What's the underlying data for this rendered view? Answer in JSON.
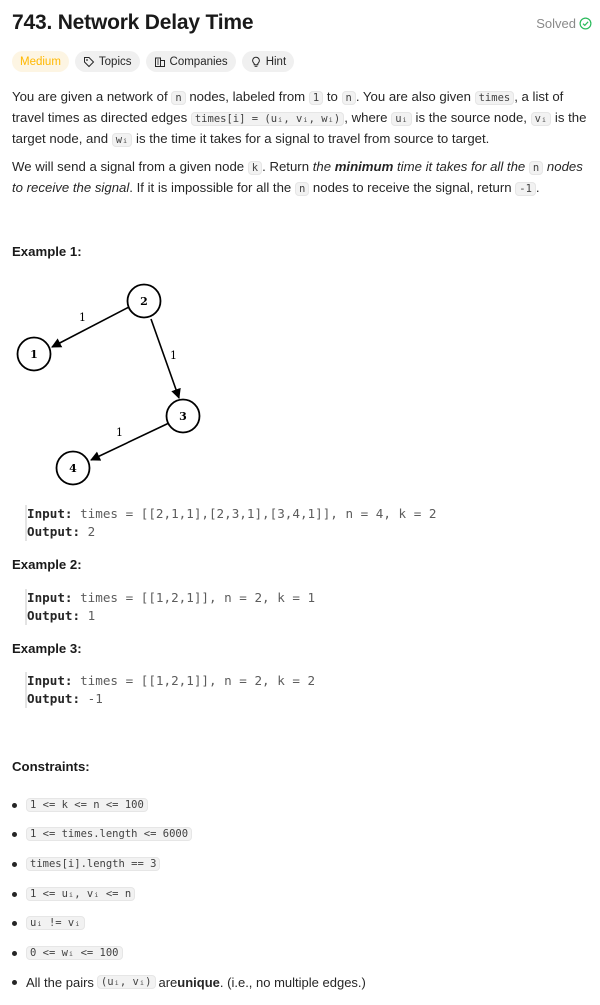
{
  "header": {
    "title": "743. Network Delay Time",
    "status": "Solved"
  },
  "tags": {
    "difficulty": "Medium",
    "topics": "Topics",
    "companies": "Companies",
    "hint": "Hint"
  },
  "desc": {
    "p1_a": "You are given a network of ",
    "n": "n",
    "p1_b": " nodes, labeled from ",
    "one": "1",
    "p1_c": " to ",
    "p1_d": ". You are also given ",
    "times": "times",
    "p1_e": ", a list of travel times as directed edges ",
    "times_i": "times[i] = (uᵢ, vᵢ, wᵢ)",
    "p1_f": ", where ",
    "ui": "uᵢ",
    "p1_g": " is the source node, ",
    "vi": "vᵢ",
    "p1_h": " is the target node, and ",
    "wi": "wᵢ",
    "p1_i": " is the time it takes for a signal to travel from source to target.",
    "p2_a": "We will send a signal from a given node ",
    "k": "k",
    "p2_b": ". Return ",
    "p2_the": "the ",
    "p2_minimum": "minimum",
    "p2_c": " time it takes for all the ",
    "p2_d": " nodes to receive the signal",
    "p2_e": ". If it is impossible for all the ",
    "p2_f": " nodes to receive the signal, return ",
    "neg": "-1",
    "p2_g": "."
  },
  "examples": [
    {
      "heading": "Example 1:",
      "input_label": "Input:",
      "input": " times = [[2,1,1],[2,3,1],[3,4,1]], n = 4, k = 2",
      "output_label": "Output:",
      "output": " 2"
    },
    {
      "heading": "Example 2:",
      "input_label": "Input:",
      "input": " times = [[1,2,1]], n = 2, k = 1",
      "output_label": "Output:",
      "output": " 1"
    },
    {
      "heading": "Example 3:",
      "input_label": "Input:",
      "input": " times = [[1,2,1]], n = 2, k = 2",
      "output_label": "Output:",
      "output": " -1"
    }
  ],
  "graph": {
    "nodes": [
      "2",
      "1",
      "3",
      "4"
    ],
    "edge_weights": [
      "1",
      "1",
      "1"
    ]
  },
  "constraints": {
    "heading": "Constraints:",
    "items": [
      "1 <= k <= n <= 100",
      "1 <= times.length <= 6000",
      "times[i].length == 3",
      "1 <= uᵢ, vᵢ <= n",
      "uᵢ != vᵢ",
      "0 <= wᵢ <= 100"
    ],
    "last_a": "All the pairs ",
    "last_code": "(uᵢ, vᵢ)",
    "last_b": " are ",
    "last_unique": "unique",
    "last_c": ". (i.e., no multiple edges.)"
  },
  "colors": {
    "medium": "#ffb800",
    "solved": "#2cbb5d"
  }
}
